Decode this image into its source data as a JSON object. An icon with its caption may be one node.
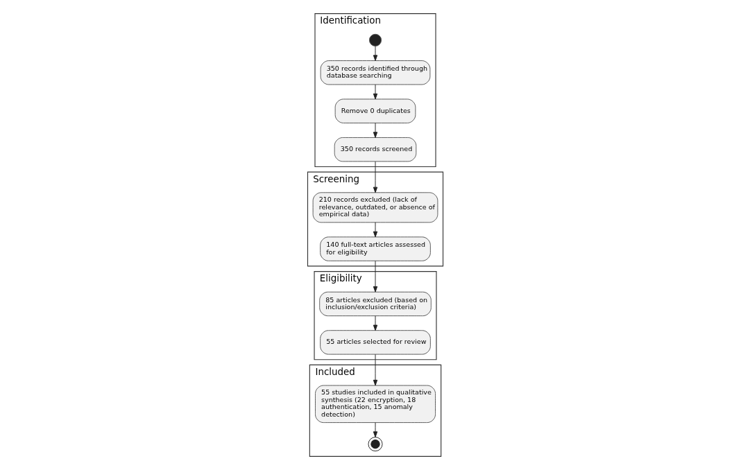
{
  "diagram": {
    "nodes": [
      {
        "text": [
          "Identification"
        ]
      },
      {
        "text": [],
        "shape": "circle",
        "in": 0
      },
      {
        "text": [
          "350 records identified through database searching"
        ],
        "in": 0
      },
      {
        "text": [
          "Remove 0 duplicates"
        ],
        "in": 0
      },
      {
        "text": [
          "350 records screened"
        ],
        "in": 0
      },
      {
        "text": [
          "Screening"
        ]
      },
      {
        "text": [
          "210 records excluded (lack of relevance, outdated, or absence of empirical data)"
        ],
        "in": 5
      },
      {
        "text": [
          "140 full-text articles assessed for eligibility"
        ],
        "in": 5
      },
      {
        "text": [
          "Eligibility"
        ]
      },
      {
        "text": [
          "85 articles excluded (based on inclusion/exclusion criteria)"
        ],
        "in": 8
      },
      {
        "text": [
          "55 articles selected for review"
        ],
        "in": 8
      },
      {
        "text": [
          "Included"
        ]
      },
      {
        "text": [
          "55 studies included in qualitative synthesis (22 encryption, 18 authentication, 15 anomaly detection)"
        ],
        "in": 11
      },
      {
        "text": [],
        "shape": "circle",
        "in": 11
      }
    ],
    "edges": [
      {
        "from": 1,
        "to": 2,
        "arrow": "to"
      },
      {
        "from": 2,
        "to": 3,
        "arrow": "to"
      },
      {
        "from": 3,
        "to": 4,
        "arrow": "to"
      },
      {
        "from": 4,
        "to": 6,
        "arrow": "to"
      },
      {
        "from": 6,
        "to": 7,
        "arrow": "to"
      },
      {
        "from": 7,
        "to": 9,
        "arrow": "to"
      },
      {
        "from": 9,
        "to": 10,
        "arrow": "to"
      },
      {
        "from": 10,
        "to": 12,
        "arrow": "to"
      },
      {
        "from": 12,
        "to": 13,
        "arrow": "to"
      }
    ]
  }
}
